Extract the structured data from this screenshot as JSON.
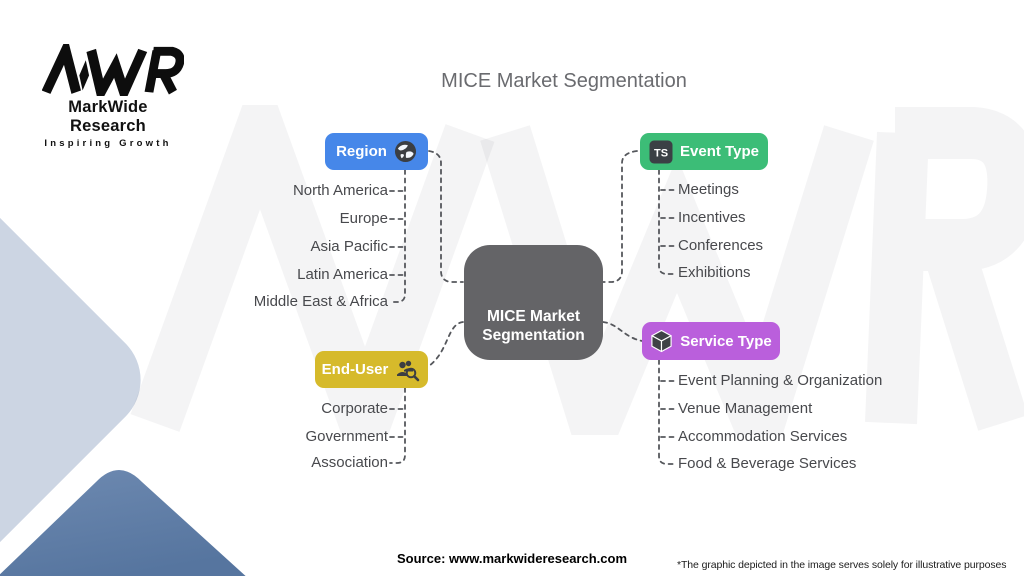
{
  "logo": {
    "brand_mark": "MWR",
    "name": "MarkWide Research",
    "tagline": "Inspiring Growth"
  },
  "title": "MICE Market Segmentation",
  "center": {
    "label": "MICE Market Segmentation"
  },
  "branches": [
    {
      "id": "region",
      "label": "Region",
      "icon": "globe-icon",
      "color": "#4687e9",
      "items": [
        "North America",
        "Europe",
        "Asia Pacific",
        "Latin America",
        "Middle East & Africa"
      ]
    },
    {
      "id": "event-type",
      "label": "Event Type",
      "icon": "ts-badge-icon",
      "icon_text": "TS",
      "color": "#3cbd77",
      "items": [
        "Meetings",
        "Incentives",
        "Conferences",
        "Exhibitions"
      ]
    },
    {
      "id": "end-user",
      "label": "End-User",
      "icon": "user-search-icon",
      "color": "#d6ba2b",
      "items": [
        "Corporate",
        "Government",
        "Association"
      ]
    },
    {
      "id": "service-type",
      "label": "Service Type",
      "icon": "cube-icon",
      "color": "#ba5fdc",
      "items": [
        "Event Planning & Organization",
        "Venue Management",
        "Accommodation Services",
        "Food & Beverage Services"
      ]
    }
  ],
  "footer": {
    "source": "Source: www.markwideresearch.com",
    "disclaimer": "*The graphic depicted in the image serves solely for illustrative purposes"
  },
  "colors": {
    "center_node": "#646467",
    "connector": "#55575c",
    "leaf_text": "#48494d",
    "title_text": "#6a6b6f",
    "decor_diamond": "#ccd5e3",
    "decor_mountain": "#6080aa"
  }
}
